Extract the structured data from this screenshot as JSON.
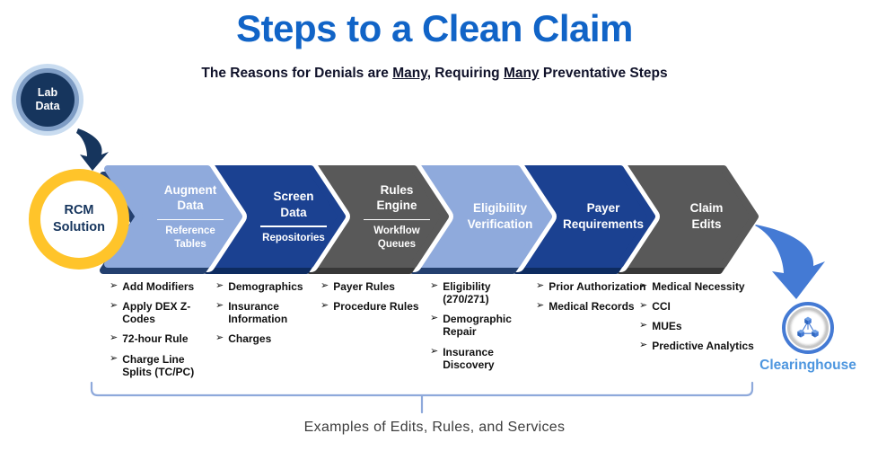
{
  "title": "Steps to a Clean Claim",
  "subtitle": {
    "segments": [
      {
        "text": "The Reasons for Denials are ",
        "underline": false
      },
      {
        "text": "Many",
        "underline": true
      },
      {
        "text": ", Requiring ",
        "underline": false
      },
      {
        "text": "Many",
        "underline": true
      },
      {
        "text": " Preventative Steps",
        "underline": false
      }
    ]
  },
  "lab": {
    "label": "Lab\nData"
  },
  "rcm": {
    "label": "RCM\nSolution"
  },
  "clearinghouse": {
    "label": "Clearinghouse",
    "icon": "cubes-network-icon"
  },
  "bullet_glyph": "➢",
  "steps": [
    {
      "title": "Augment\nData",
      "subtitle": "Reference\nTables",
      "color": "light",
      "items": [
        "Add Modifiers",
        "Apply DEX Z-Codes",
        "72-hour Rule",
        "Charge Line Splits (TC/PC)"
      ]
    },
    {
      "title": "Screen\nData",
      "subtitle": "Repositories",
      "color": "navy",
      "items": [
        "Demographics",
        "Insurance Information",
        "Charges"
      ]
    },
    {
      "title": "Rules\nEngine",
      "subtitle": "Workflow\nQueues",
      "color": "gray",
      "items": [
        "Payer Rules",
        "Procedure Rules"
      ]
    },
    {
      "title": "Eligibility\nVerification",
      "subtitle": "",
      "color": "light",
      "items": [
        "Eligibility (270/271)",
        "Demographic Repair",
        "Insurance Discovery"
      ]
    },
    {
      "title": "Payer\nRequirements",
      "subtitle": "",
      "color": "navy",
      "items": [
        "Prior Authorization",
        "Medical Records"
      ]
    },
    {
      "title": "Claim\nEdits",
      "subtitle": "",
      "color": "gray",
      "items": [
        "Medical Necessity",
        "CCI",
        "MUEs",
        "Predictive Analytics"
      ]
    }
  ],
  "footer": {
    "label": "Examples of Edits, Rules, and Services"
  },
  "colors": {
    "title_blue": "#1164C7",
    "navy": "#16355D",
    "yellow": "#FFC42A",
    "arrow_blue": "#447AD4",
    "clearinghouse_blue": "#4D96DF",
    "brace_blue": "#8EA9DB",
    "chevron": {
      "light": {
        "fill": "#8FAADC",
        "shadow": "#24406F"
      },
      "navy": {
        "fill": "#1B4191",
        "shadow": "#0D2B60"
      },
      "gray": {
        "fill": "#595959",
        "shadow": "#383838"
      }
    }
  }
}
